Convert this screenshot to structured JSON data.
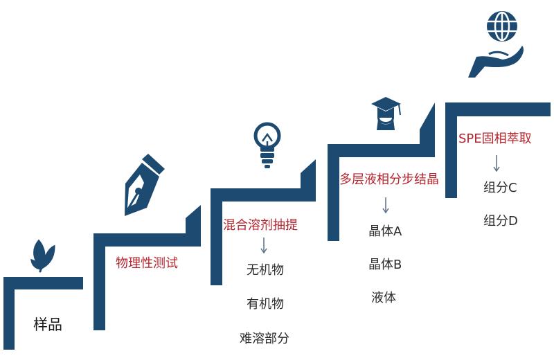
{
  "colors": {
    "step": "#1d4a70",
    "title": "#b5252e",
    "text": "#2a2a2a",
    "arrow": "#5a6f86"
  },
  "steps": [
    {
      "icon": "leaf-icon",
      "title": "样品",
      "items": []
    },
    {
      "icon": "pen-nib-icon",
      "title": "物理性测试",
      "items": []
    },
    {
      "icon": "light-bulb-icon",
      "title": "混合溶剂抽提",
      "items": [
        "无机物",
        "有机物",
        "难溶部分"
      ]
    },
    {
      "icon": "graduation-cap-icon",
      "title": "多层液相分步结晶",
      "items": [
        "晶体A",
        "晶体B",
        "液体"
      ]
    },
    {
      "icon": "globe-in-hand-icon",
      "title": "SPE固相萃取",
      "items": [
        "组分C",
        "组分D"
      ]
    }
  ]
}
